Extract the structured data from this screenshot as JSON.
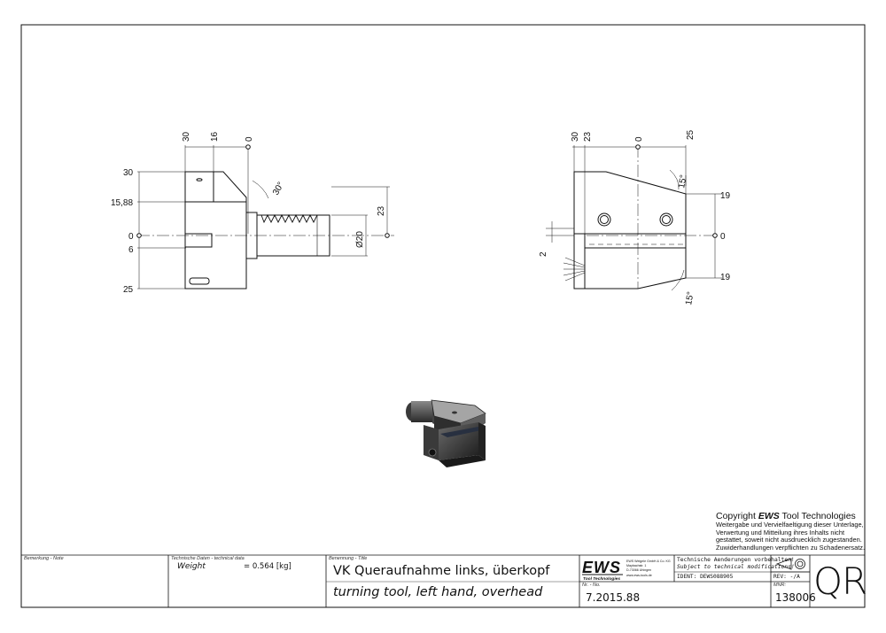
{
  "front_view": {
    "top_dims": [
      "30",
      "16",
      "0"
    ],
    "left_dims": [
      "30",
      "15,88",
      "0",
      "6",
      "25"
    ],
    "angle": "30°",
    "right_dims": [
      "23",
      "Ø20"
    ]
  },
  "side_view": {
    "top_dims": [
      "30",
      "23",
      "0",
      "25"
    ],
    "left_dim": "2",
    "right_dims": [
      "19",
      "0",
      "19"
    ],
    "angles": [
      "15°",
      "15°"
    ]
  },
  "copyright": {
    "title_prefix": "Copyright ",
    "title_brand": "EWS",
    "title_suffix": " Tool Technologies",
    "lines": [
      "Weitergabe und Vervielfaeltigung dieser Unterlage,",
      "Verwertung und Mitteilung ihres Inhalts nicht",
      "gestattet, soweit nicht ausdruecklich zugestanden.",
      "Zuwiderhandlungen verpflichten zu Schadenersatz."
    ]
  },
  "title_block": {
    "remark_label": "Bemerkung - Note",
    "tech_label": "Technische Daten - technical data",
    "weight_label": "Weight",
    "weight_value": "= 0.564 [kg]",
    "title_label": "Benennung - Title",
    "title_de": "VK Queraufnahme links, überkopf",
    "title_en": "turning tool, left hand, overhead",
    "logo": "EWS",
    "logo_sub": "Tool Technologies",
    "company_lines": [
      "EWS Weigele GmbH & Co. KG",
      "Maybachstr. 1",
      "D-73066 Uhingen",
      "www.ews-tools.de"
    ],
    "mods_de": "Technische Aenderungen vorbehalten!",
    "mods_en": "Subject to technical modifications!",
    "ident": "IDENT: DEWS088905",
    "rev": "REV: -/A",
    "nr_label": "Nr. - No.",
    "nr_value": "7.2015.88",
    "mnr_label": "MNR:",
    "mnr_value": "138006",
    "qr": "QR"
  }
}
